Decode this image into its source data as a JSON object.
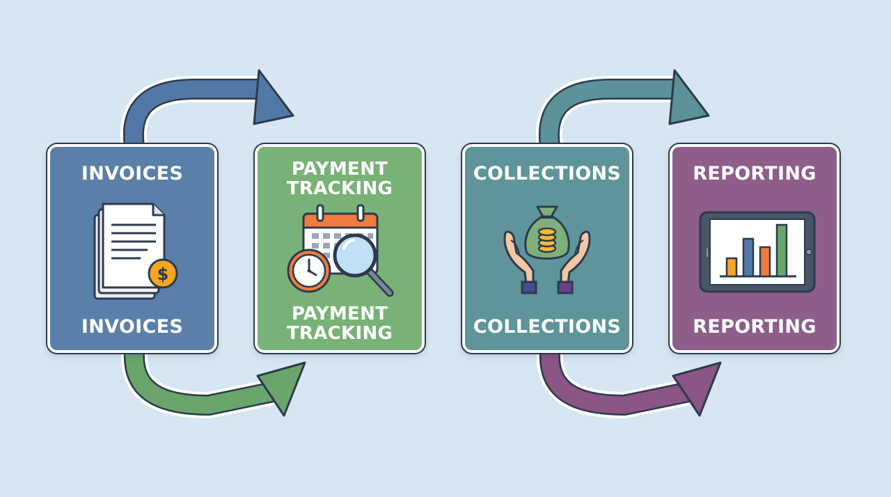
{
  "steps": [
    {
      "title": "INVOICES",
      "caption": "INVOICES",
      "icon": "invoice-documents-dollar-icon",
      "color": "#5a7fa8"
    },
    {
      "title_lines": [
        "PAYMENT",
        "TRACKING"
      ],
      "caption_lines": [
        "PAYMENT",
        "TRACKING"
      ],
      "icon": "calendar-clock-magnifier-icon",
      "color": "#78b276"
    },
    {
      "title": "COLLECTIONS",
      "caption": "COLLECTIONS",
      "icon": "hands-money-bag-icon",
      "color": "#5e949a"
    },
    {
      "title": "REPORTING",
      "caption": "REPORTING",
      "icon": "tablet-bar-chart-icon",
      "color": "#8e5d8a"
    }
  ],
  "arrows": [
    {
      "name": "invoices-to-payment-top-arrow",
      "color": "#5278a6"
    },
    {
      "name": "invoices-to-payment-bottom-arrow",
      "color": "#6aa56b"
    },
    {
      "name": "collections-to-reporting-top-arrow",
      "color": "#5b9197"
    },
    {
      "name": "collections-to-reporting-bottom-arrow",
      "color": "#8b5585"
    }
  ],
  "background_color": "#d6e6f2"
}
